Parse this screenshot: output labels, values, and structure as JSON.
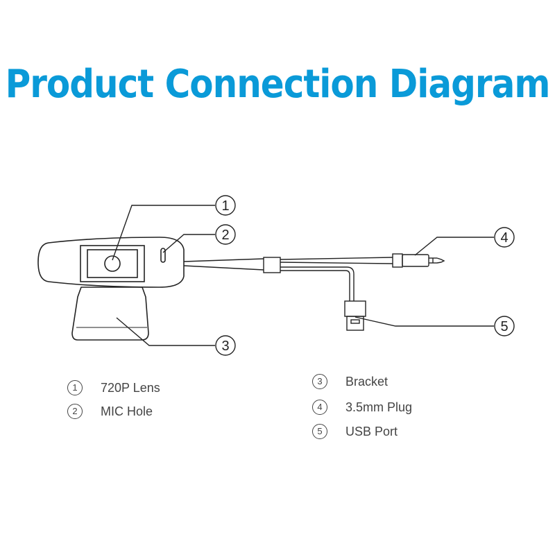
{
  "title": "Product Connection Diagram",
  "colors": {
    "title": "#0a9ad8",
    "line": "#222222",
    "legend_text": "#444444"
  },
  "callouts": [
    {
      "num": "1",
      "label": "720P Lens"
    },
    {
      "num": "2",
      "label": "MIC Hole"
    },
    {
      "num": "3",
      "label": "Bracket"
    },
    {
      "num": "4",
      "label": "3.5mm Plug"
    },
    {
      "num": "5",
      "label": "USB Port"
    }
  ]
}
